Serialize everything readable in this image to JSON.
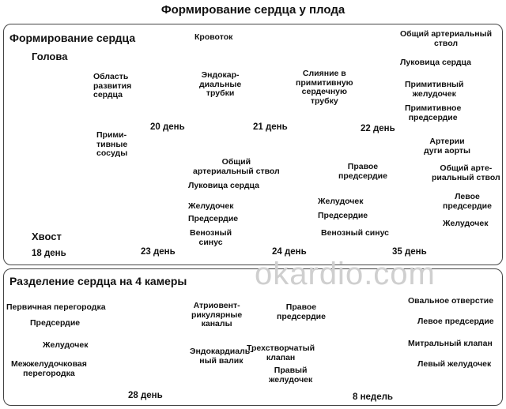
{
  "title": "Формирование сердца у плода",
  "watermark": "okardio.com",
  "section1": {
    "title": "Формирование сердца",
    "embryo": {
      "head": "Голова",
      "tail": "Хвост",
      "area": "Область\nразвития\nсердца",
      "vessels": "Прими-\nтивные\nсосуды",
      "day": "18 день"
    },
    "stage20": {
      "bloodflow": "Кровоток",
      "tubes": "Эндокар-\nдиальные\nтрубки",
      "day": "20 день"
    },
    "stage21": {
      "fusion": "Слияние в\nпримитивную\nсердечную\nтрубку",
      "day": "21 день"
    },
    "stage22": {
      "trunk": "Общий артериальный\nствол",
      "bulb": "Луковица сердца",
      "ventricle": "Примитивный\nжелудочек",
      "atrium": "Примитивное\nпредсердие",
      "day": "22 день"
    },
    "stage23": {
      "trunk": "Общий\nартериальный ствол",
      "bulb": "Луковица сердца",
      "ventricle": "Желудочек",
      "atrium": "Предсердие",
      "sinus": "Венозный\nсинус",
      "day": "23 день"
    },
    "stage24": {
      "ventricle": "Желудочек",
      "atrium": "Предсердие",
      "sinus": "Венозный синус",
      "day": "24 день"
    },
    "stage35": {
      "arches": "Артерии\nдуги аорты",
      "trunk": "Общий арте-\nриальный ствол",
      "right_atrium": "Правое\nпредсердие",
      "left_atrium": "Левое\nпредсердие",
      "ventricle": "Желудочек",
      "day": "35 день"
    }
  },
  "section2": {
    "title": "Разделение сердца на 4 камеры",
    "day28": {
      "septum": "Первичная перегородка",
      "atrium": "Предсердие",
      "ventricle": "Желудочек",
      "iv_septum": "Межжелудочковая\nперегородка",
      "av_canals": "Атриовент-\nрикулярные\nканалы",
      "cushion": "Эндокардиаль-\nный валик",
      "day": "28 день"
    },
    "week8": {
      "right_atrium": "Правое\nпредсердие",
      "tricuspid": "Трехстворчатый\nклапан",
      "right_ventricle": "Правый\nжелудочек",
      "foramen": "Овальное отверстие",
      "left_atrium": "Левое предсердие",
      "mitral": "Митральный клапан",
      "left_ventricle": "Левый желудочек",
      "day": "8 недель"
    }
  },
  "colors": {
    "red": "#d42020",
    "blue": "#2448a8",
    "skin": "#f5b08c",
    "pink": "#f4b8a0",
    "arrow": "#c41e1e"
  }
}
